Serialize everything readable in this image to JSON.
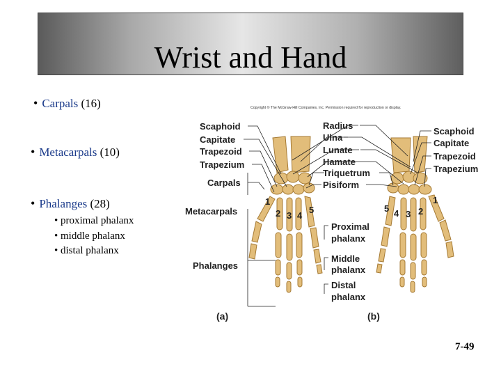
{
  "title": "Wrist and Hand",
  "bullets": [
    {
      "term": "Carpals",
      "count": "(16)"
    },
    {
      "term": "Metacarpals",
      "count": "(10)"
    },
    {
      "term": "Phalanges",
      "count": "(28)"
    }
  ],
  "sub_bullets": [
    "proximal phalanx",
    "middle phalanx",
    "distal phalanx"
  ],
  "figure": {
    "copyright": "Copyright © The McGraw-Hill Companies, Inc. Permission required for reproduction or display.",
    "left_labels": [
      "Scaphoid",
      "Capitate",
      "Trapezoid",
      "Trapezium"
    ],
    "center_labels": [
      "Radius",
      "Ulna",
      "Lunate",
      "Hamate",
      "Triquetrum",
      "Pisiform"
    ],
    "right_labels": [
      "Scaphoid",
      "Capitate",
      "Trapezoid",
      "Trapezium"
    ],
    "group_carpals": "Carpals",
    "group_metacarpals": "Metacarpals",
    "group_phalanges": "Phalanges",
    "proximal_phalanx": [
      "Proximal",
      "phalanx"
    ],
    "middle_phalanx": [
      "Middle",
      "phalanx"
    ],
    "distal_phalanx": [
      "Distal",
      "phalanx"
    ],
    "digits_a": [
      "1",
      "2",
      "3",
      "4",
      "5"
    ],
    "digits_b": [
      "5",
      "4",
      "3",
      "2",
      "1"
    ],
    "panel_a": "(a)",
    "panel_b": "(b)",
    "bone_color": "#e2bd7a",
    "bone_outline": "#a57a34"
  },
  "slide_number": "7-49"
}
